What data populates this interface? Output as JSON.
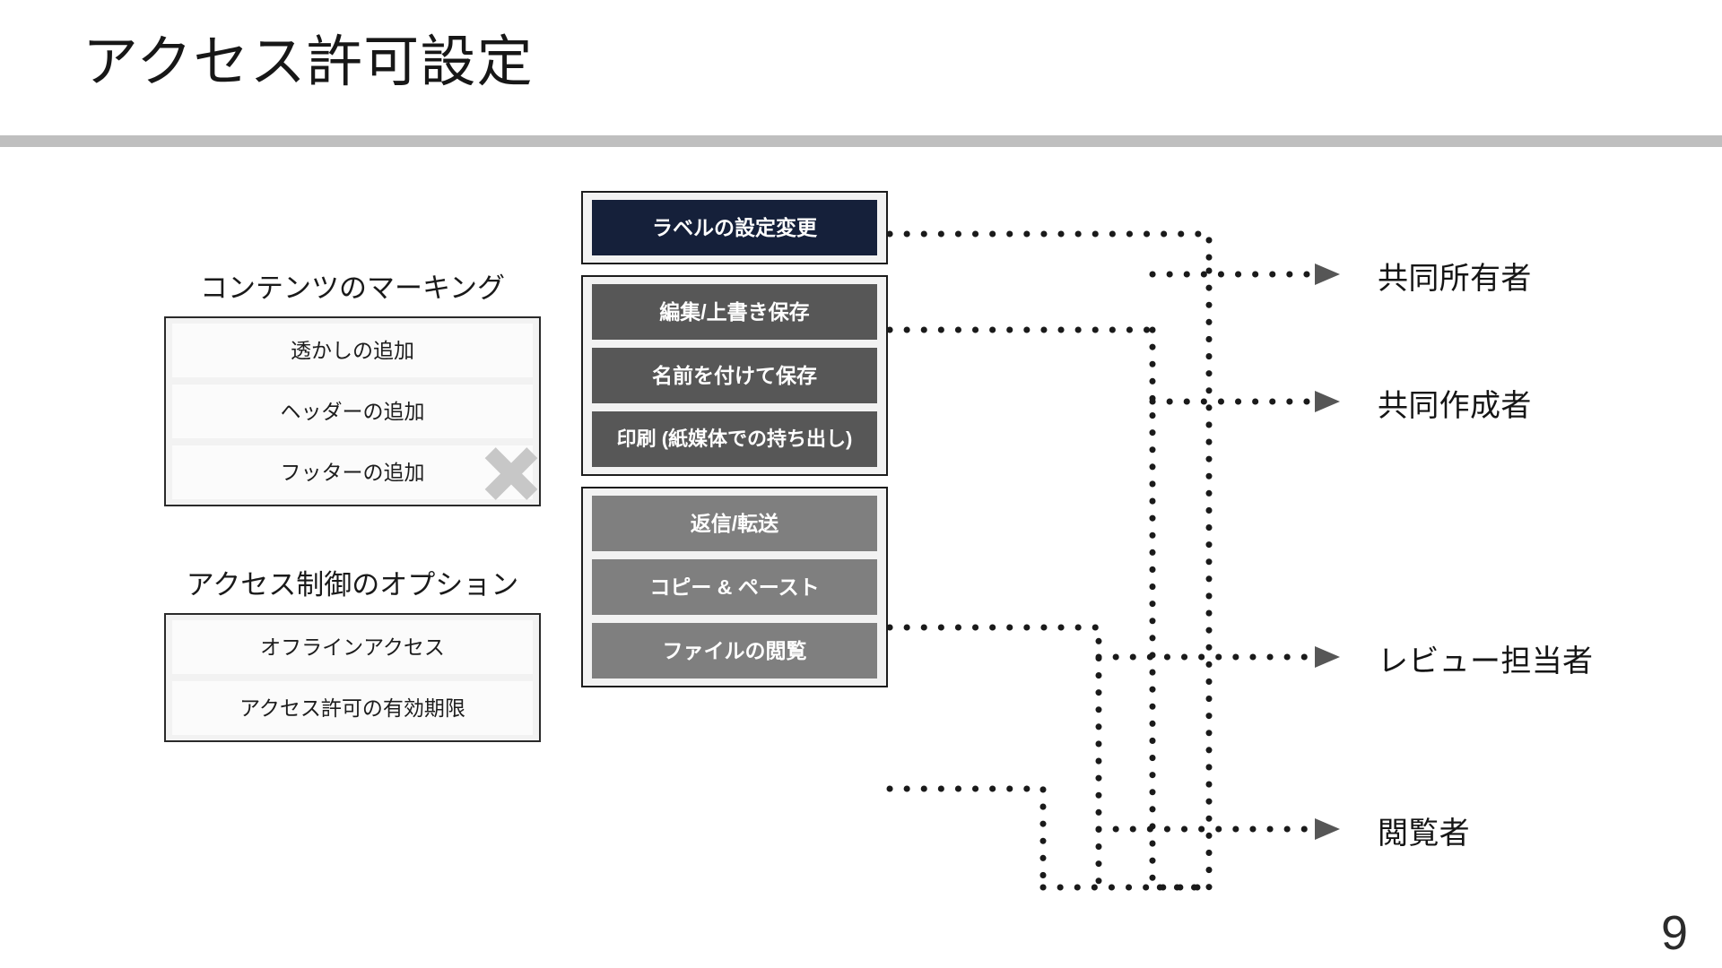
{
  "slide": {
    "title": "アクセス許可設定",
    "page_number": "9",
    "accent_rule_color": "#bfbfbf"
  },
  "left_column": {
    "groups": [
      {
        "heading": "コンテンツのマーキング",
        "items": [
          {
            "label": "透かしの追加"
          },
          {
            "label": "ヘッダーの追加"
          },
          {
            "label": "フッターの追加"
          }
        ]
      },
      {
        "heading": "アクセス制御のオプション",
        "items": [
          {
            "label": "オフラインアクセス"
          },
          {
            "label": "アクセス許可の有効期限"
          }
        ]
      }
    ]
  },
  "separator": {
    "symbol": "x-cross",
    "color": "#c7c7c7"
  },
  "center_column": {
    "groups": [
      {
        "tone": "darkest",
        "color": "#15203a",
        "items": [
          {
            "label": "ラベルの設定変更"
          }
        ]
      },
      {
        "tone": "dark",
        "color": "#575757",
        "items": [
          {
            "label": "編集/上書き保存"
          },
          {
            "label": "名前を付けて保存"
          },
          {
            "label": "印刷 (紙媒体での持ち出し)"
          }
        ]
      },
      {
        "tone": "mid",
        "color": "#7f7f7f",
        "items": [
          {
            "label": "返信/転送"
          },
          {
            "label": "コピー & ペースト"
          },
          {
            "label": "ファイルの閲覧"
          }
        ]
      }
    ]
  },
  "right_column": {
    "roles": [
      {
        "label": "共同所有者"
      },
      {
        "label": "共同作成者"
      },
      {
        "label": "レビュー担当者"
      },
      {
        "label": "閲覧者"
      }
    ]
  },
  "connectors": {
    "style": "dotted",
    "color": "#1a1a1a",
    "arrow_color": "#565656"
  }
}
